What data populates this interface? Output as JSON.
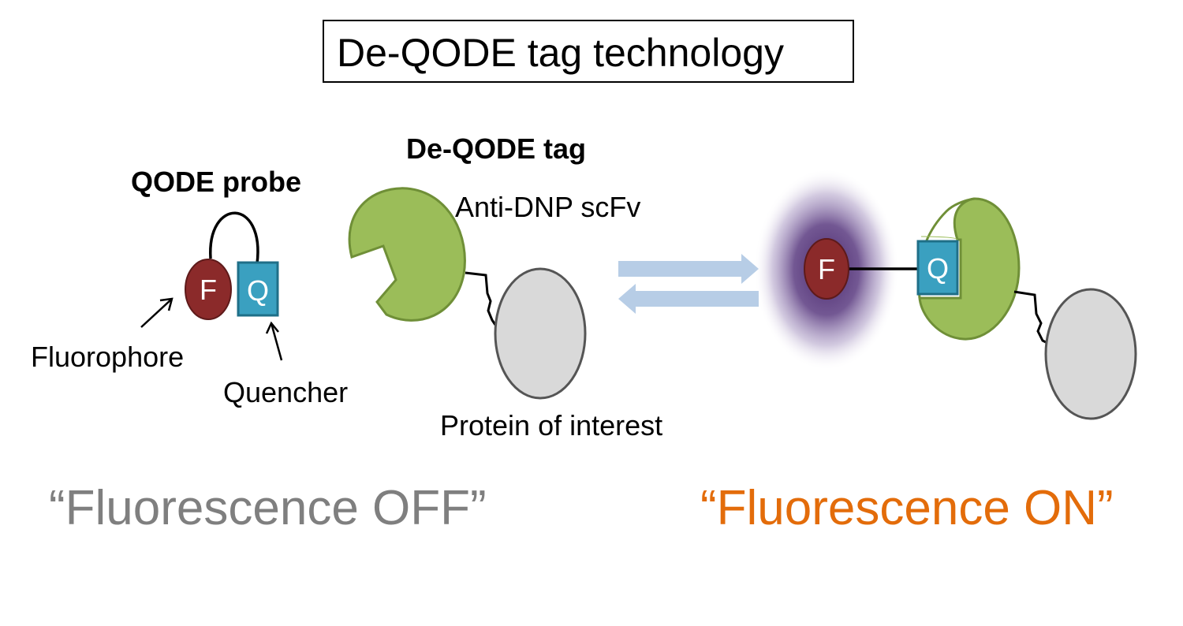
{
  "title": "De-QODE tag technology",
  "labels": {
    "qode_probe": "QODE probe",
    "de_qode_tag": "De-QODE tag",
    "anti_dnp": "Anti-DNP scFv",
    "fluorophore": "Fluorophore",
    "quencher": "Quencher",
    "protein": "Protein of interest",
    "f_letter": "F",
    "q_letter": "Q"
  },
  "states": {
    "off": "“Fluorescence OFF”",
    "on": "“Fluorescence ON”"
  },
  "colors": {
    "fluorophore": "#8b2a2a",
    "quencher": "#3aa0c0",
    "scfv": "#9bbd59",
    "scfv_border": "#6f8f37",
    "protein": "#d9d9d9",
    "protein_border": "#555555",
    "arrows": "#b7cde6",
    "glow": "#4b2a6e",
    "off_text": "#7f7f7f",
    "on_text": "#e36c0a"
  }
}
